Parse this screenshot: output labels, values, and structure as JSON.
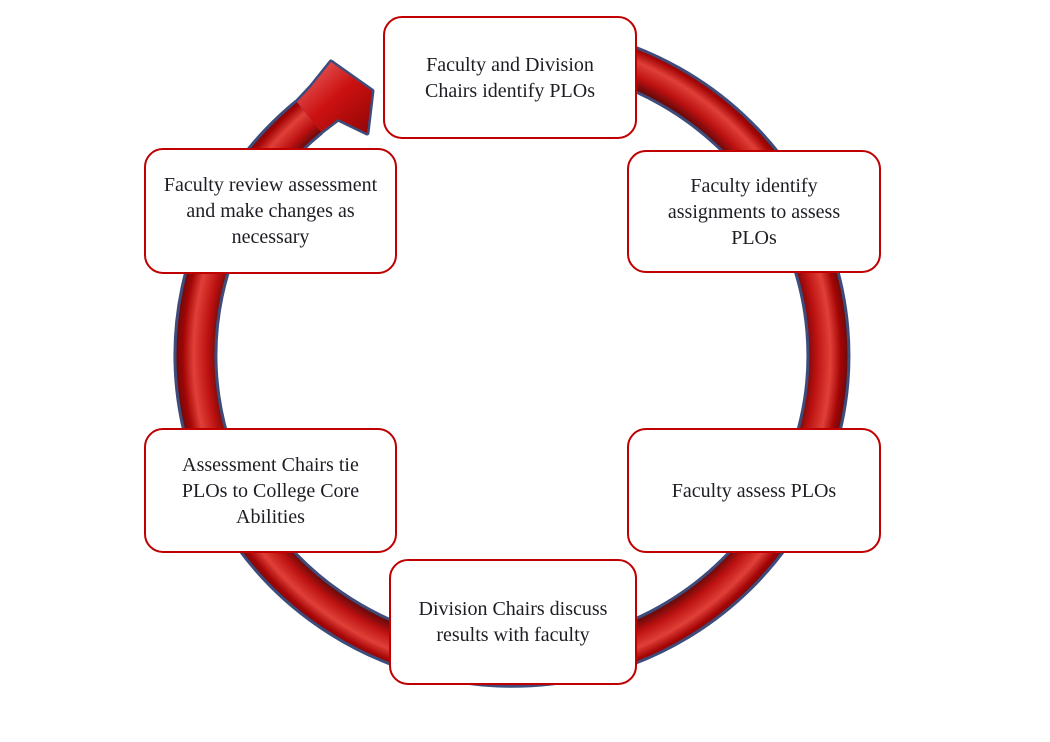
{
  "diagram": {
    "type": "cycle",
    "flow_direction": "clockwise",
    "arrowhead_position": "top-left",
    "nodes": [
      {
        "id": "identify-plos",
        "position": "top",
        "label": "Faculty and Division Chairs identify PLOs"
      },
      {
        "id": "identify-assignments",
        "position": "top-right",
        "label": "Faculty identify assignments to assess PLOs"
      },
      {
        "id": "assess-plos",
        "position": "bottom-right",
        "label": "Faculty assess PLOs"
      },
      {
        "id": "discuss-results",
        "position": "bottom",
        "label": "Division Chairs discuss results with faculty"
      },
      {
        "id": "tie-core-abilities",
        "position": "bottom-left",
        "label": "Assessment Chairs tie PLOs to College Core Abilities"
      },
      {
        "id": "review-assessment",
        "position": "top-left",
        "label": "Faculty review assessment and make changes as necessary"
      }
    ],
    "colors": {
      "arrow_red": "#c00000",
      "arrow_highlight": "#e04038",
      "arrow_shadow": "#6d0a0a",
      "arrow_outline_navy": "#3e4c7c",
      "box_border": "#c00000",
      "box_fill": "#ffffff",
      "text": "#1d1d24",
      "background": "#ffffff"
    }
  }
}
